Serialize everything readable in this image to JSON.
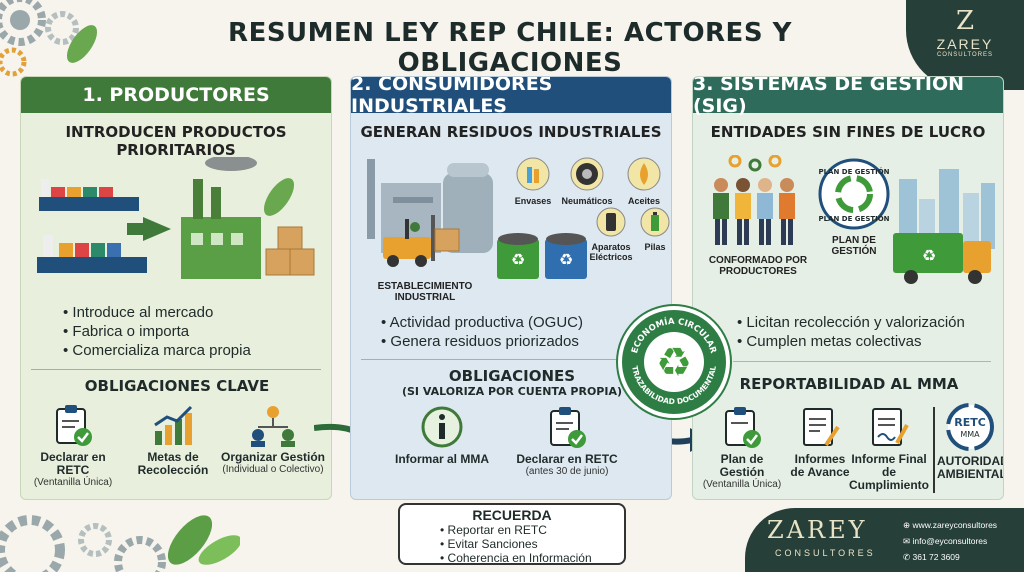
{
  "header": {
    "title": "RESUMEN LEY REP CHILE: ACTORES Y OBLIGACIONES",
    "logo_letter": "Z",
    "logo_name": "ZAREY",
    "logo_sub": "CONSULTORES"
  },
  "panel1": {
    "heading": "1. PRODUCTORES",
    "subheading": "INTRODUCEN PRODUCTOS PRIORITARIOS",
    "bullets": [
      "Introduce al mercado",
      "Fabrica o importa",
      "Comercializa marca propia"
    ],
    "obligations_heading": "OBLIGACIONES CLAVE",
    "obligations": [
      {
        "label": "Declarar en RETC",
        "sub": "(Ventanilla Única)",
        "icon": "clipboard-check-icon"
      },
      {
        "label": "Metas de Recolección",
        "sub": "",
        "icon": "growth-chart-icon"
      },
      {
        "label": "Organizar Gestión",
        "sub": "(Individual o Colectivo)",
        "icon": "team-network-icon"
      }
    ]
  },
  "panel2": {
    "heading": "2. CONSUMIDORES INDUSTRIALES",
    "subheading": "GENERAN RESIDUOS INDUSTRIALES",
    "product_labels": [
      "Envases",
      "Neumáticos",
      "Aceites",
      "Aparatos Eléctricos",
      "Pilas"
    ],
    "facility_label": "ESTABLECIMIENTO INDUSTRIAL",
    "bullets": [
      "Actividad productiva (OGUC)",
      "Genera residuos priorizados"
    ],
    "obligations_heading": "OBLIGACIONES",
    "obligations_sub": "(SI VALORIZA POR CUENTA PROPIA)",
    "obligations": [
      {
        "label": "Informar al MMA",
        "sub": "",
        "icon": "info-icon"
      },
      {
        "label": "Declarar en RETC",
        "sub": "(antes 30 de junio)",
        "icon": "clipboard-check-icon"
      }
    ]
  },
  "panel3": {
    "heading": "3. SISTEMAS DE GESTIÓN (SIG)",
    "subheading": "ENTIDADES SIN FINES DE LUCRO",
    "group_label": "CONFORMADO POR PRODUCTORES",
    "seal_text_top": "PLAN DE GESTIÓN",
    "seal_text_bottom": "PLAN DE GESTIÓN",
    "plan_label": "PLAN DE GESTIÓN",
    "bullets": [
      "Licitan recolección y valorización",
      "Cumplen metas colectivas"
    ],
    "report_heading": "REPORTABILIDAD AL MMA",
    "reports": [
      {
        "label": "Plan de Gestión",
        "sub": "(Ventanilla Única)",
        "icon": "clipboard-check-icon"
      },
      {
        "label": "Informes de Avance",
        "sub": "",
        "icon": "document-edit-icon"
      },
      {
        "label": "Informe Final de Cumplimiento",
        "sub": "",
        "icon": "document-sign-icon"
      }
    ],
    "authority_badge_top": "RETC",
    "authority_badge_bottom": "MMA",
    "authority_label": "AUTORIDAD AMBIENTAL"
  },
  "badge": {
    "top_text": "ECONOMÍA CIRCULAR",
    "bottom_text": "TRAZABILIDAD DOCUMENTAL"
  },
  "reminder": {
    "heading": "RECUERDA",
    "items": [
      "Reportar en RETC",
      "Evitar Sanciones",
      "Coherencia en Información"
    ]
  },
  "footer": {
    "brand": "ZAREY",
    "brand_sub": "CONSULTORES",
    "website": "www.zareyconsultores",
    "email": "info@eyconsultores",
    "phone": "361 72 3609"
  },
  "colors": {
    "productores": "#3f7a3a",
    "consumidores": "#1f4f7a",
    "sig": "#2e6b5a",
    "brand_dark": "#263f39"
  }
}
